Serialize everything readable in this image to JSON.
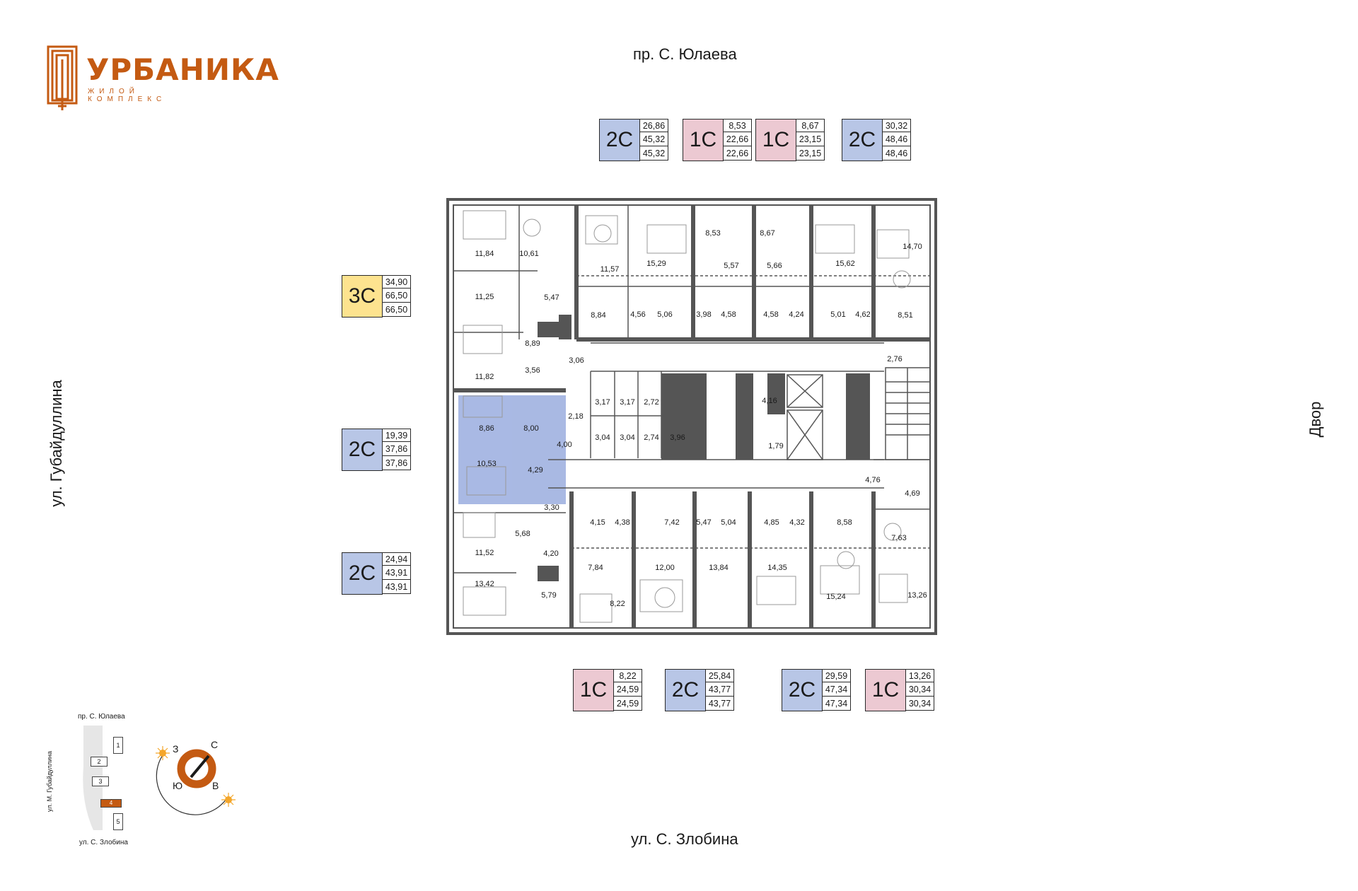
{
  "logo": {
    "title": "УРБАНИКА",
    "subtitle": "ЖИЛОЙ КОМПЛЕКС",
    "color": "#c45a12"
  },
  "streets": {
    "top": "пр. С. Юлаева",
    "bottom": "ул. С. Злобина",
    "left": "ул. Губайдуллина",
    "right": "Двор"
  },
  "apartments_top": [
    {
      "type": "2С",
      "values": [
        "26,86",
        "45,32",
        "45,32"
      ]
    },
    {
      "type": "1С",
      "values": [
        "8,53",
        "22,66",
        "22,66"
      ]
    },
    {
      "type": "1С",
      "values": [
        "8,67",
        "23,15",
        "23,15"
      ]
    },
    {
      "type": "2С",
      "values": [
        "30,32",
        "48,46",
        "48,46"
      ]
    }
  ],
  "apartments_left": [
    {
      "type": "3С",
      "values": [
        "34,90",
        "66,50",
        "66,50"
      ]
    },
    {
      "type": "2С",
      "values": [
        "19,39",
        "37,86",
        "37,86"
      ]
    },
    {
      "type": "2С",
      "values": [
        "24,94",
        "43,91",
        "43,91"
      ]
    }
  ],
  "apartments_bottom": [
    {
      "type": "1С",
      "values": [
        "8,22",
        "24,59",
        "24,59"
      ]
    },
    {
      "type": "2С",
      "values": [
        "25,84",
        "43,77",
        "43,77"
      ]
    },
    {
      "type": "2С",
      "values": [
        "29,59",
        "47,34",
        "47,34"
      ]
    },
    {
      "type": "1С",
      "values": [
        "13,26",
        "30,34",
        "30,34"
      ]
    }
  ],
  "colors": {
    "type_2c": "#b8c6e6",
    "type_1c": "#ecc9d2",
    "type_3c": "#fde38f",
    "highlight": "#a9b9e3",
    "wall": "#555555"
  },
  "room_areas": {
    "r01": "11,84",
    "r02": "10,61",
    "r03": "11,57",
    "r04": "15,29",
    "r05": "8,53",
    "r06": "8,67",
    "r07": "15,62",
    "r08": "14,70",
    "r09": "11,25",
    "r10": "5,47",
    "r11": "8,84",
    "r12": "4,56",
    "r13": "5,06",
    "r14": "3,98",
    "r15": "4,58",
    "r16": "5,57",
    "r17": "5,66",
    "r18": "4,58",
    "r19": "4,24",
    "r20": "5,01",
    "r21": "4,62",
    "r22": "8,51",
    "r23": "8,89",
    "r24": "3,06",
    "r25": "3,56",
    "r26": "11,82",
    "r27": "2,76",
    "r28": "3,17",
    "r29": "3,17",
    "r30": "2,72",
    "r31": "4,16",
    "r32": "8,86",
    "r33": "8,00",
    "r34": "2,18",
    "r35": "4,00",
    "r36": "3,04",
    "r37": "3,04",
    "r38": "2,74",
    "r39": "3,96",
    "r40": "1,79",
    "r41": "10,53",
    "r42": "4,29",
    "r43": "4,76",
    "r44": "4,69",
    "r45": "3,30",
    "r46": "4,15",
    "r47": "4,38",
    "r48": "7,42",
    "r49": "5,47",
    "r50": "5,04",
    "r51": "4,85",
    "r52": "4,32",
    "r53": "8,58",
    "r54": "5,68",
    "r55": "11,52",
    "r56": "4,20",
    "r57": "7,63",
    "r58": "7,84",
    "r59": "12,00",
    "r60": "13,84",
    "r61": "14,35",
    "r62": "13,42",
    "r63": "5,79",
    "r64": "8,22",
    "r65": "15,24",
    "r66": "13,26"
  },
  "minimap": {
    "top_street": "пр. С. Юлаева",
    "bottom_street": "ул. С. Злобина",
    "left_street": "ул. М. Губайдуллина",
    "buildings": [
      "1",
      "2",
      "3",
      "4",
      "5"
    ],
    "current_building": "4"
  },
  "compass": {
    "n": "С",
    "w": "З",
    "s": "Ю",
    "e": "В"
  }
}
